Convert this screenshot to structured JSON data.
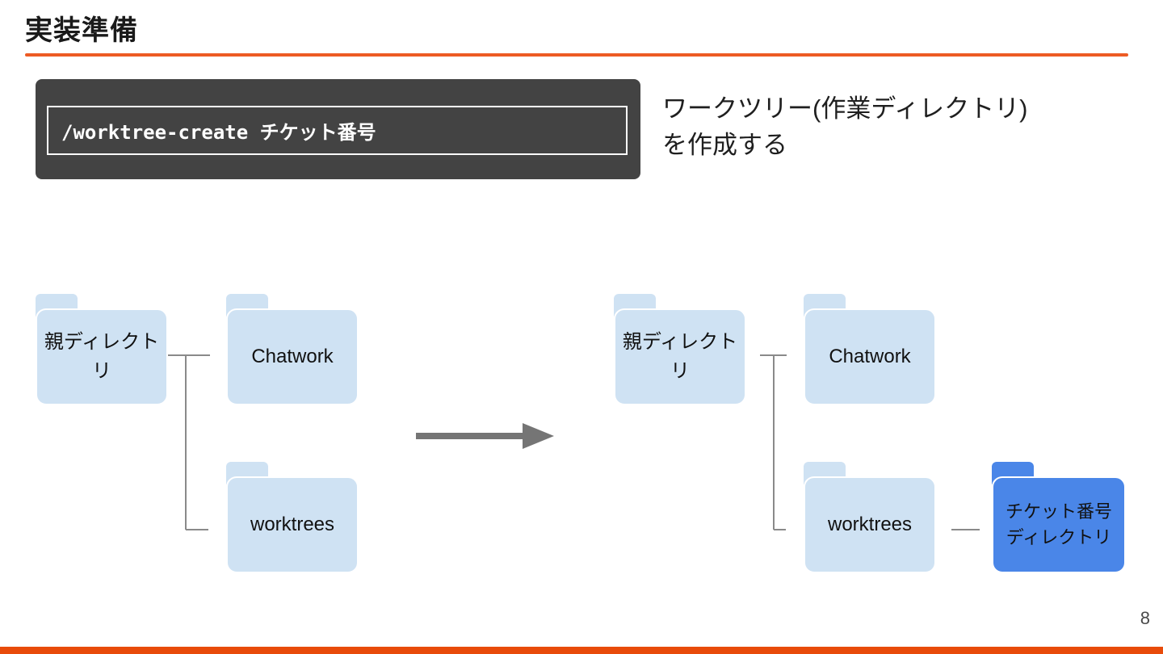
{
  "slide": {
    "title": "実装準備",
    "page_number": "8"
  },
  "command_box": {
    "command": "/worktree-create チケット番号"
  },
  "description": {
    "lines": [
      "ワークツリー(作業ディレクトリ)",
      "を作成する"
    ]
  },
  "diagram_before": {
    "folders": {
      "parent": {
        "lines": [
          "親ディレクト",
          "リ"
        ]
      },
      "chatwork": {
        "lines": [
          "Chatwork"
        ]
      },
      "worktrees": {
        "lines": [
          "worktrees"
        ]
      }
    }
  },
  "diagram_after": {
    "folders": {
      "parent": {
        "lines": [
          "親ディレクト",
          "リ"
        ]
      },
      "chatwork": {
        "lines": [
          "Chatwork"
        ]
      },
      "worktrees": {
        "lines": [
          "worktrees"
        ]
      },
      "ticket": {
        "lines": [
          "チケット番号",
          "ディレクトリ"
        ]
      }
    }
  },
  "colors": {
    "accent": "#ed5b24",
    "bottom_bar": "#e84b0a",
    "terminal_bg": "#434343",
    "terminal_border": "#ffffff",
    "folder_light": "#cfe2f3",
    "folder_blue": "#4a86e8",
    "connector": "#8a8a8a",
    "arrow": "#757575"
  }
}
